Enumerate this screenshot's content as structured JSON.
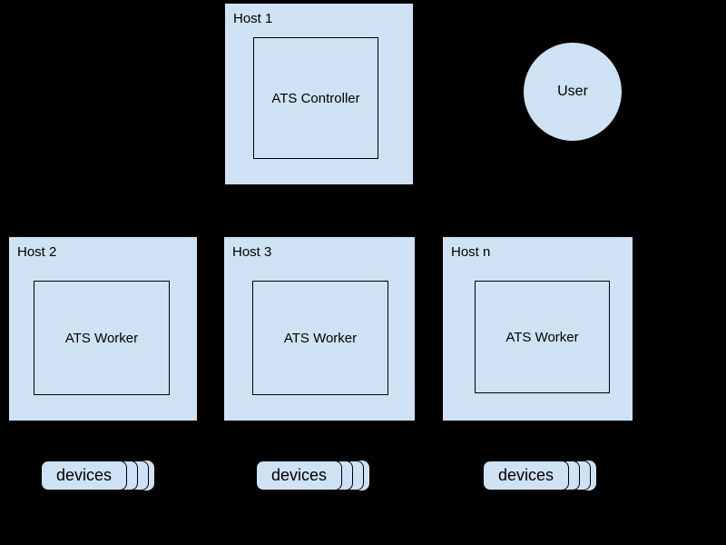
{
  "diagram": {
    "background_color": "#000000",
    "node_fill_color": "#cfe2f3",
    "node_border_color": "#000000",
    "text_color": "#000000"
  },
  "hosts": [
    {
      "id": "host1",
      "label": "Host 1",
      "inner": "ATS Controller"
    },
    {
      "id": "host2",
      "label": "Host 2",
      "inner": "ATS Worker"
    },
    {
      "id": "host3",
      "label": "Host 3",
      "inner": "ATS Worker"
    },
    {
      "id": "hostn",
      "label": "Host n",
      "inner": "ATS Worker"
    }
  ],
  "user": {
    "label": "User"
  },
  "devices_stacks": [
    {
      "label": "devices"
    },
    {
      "label": "devices"
    },
    {
      "label": "devices"
    }
  ]
}
